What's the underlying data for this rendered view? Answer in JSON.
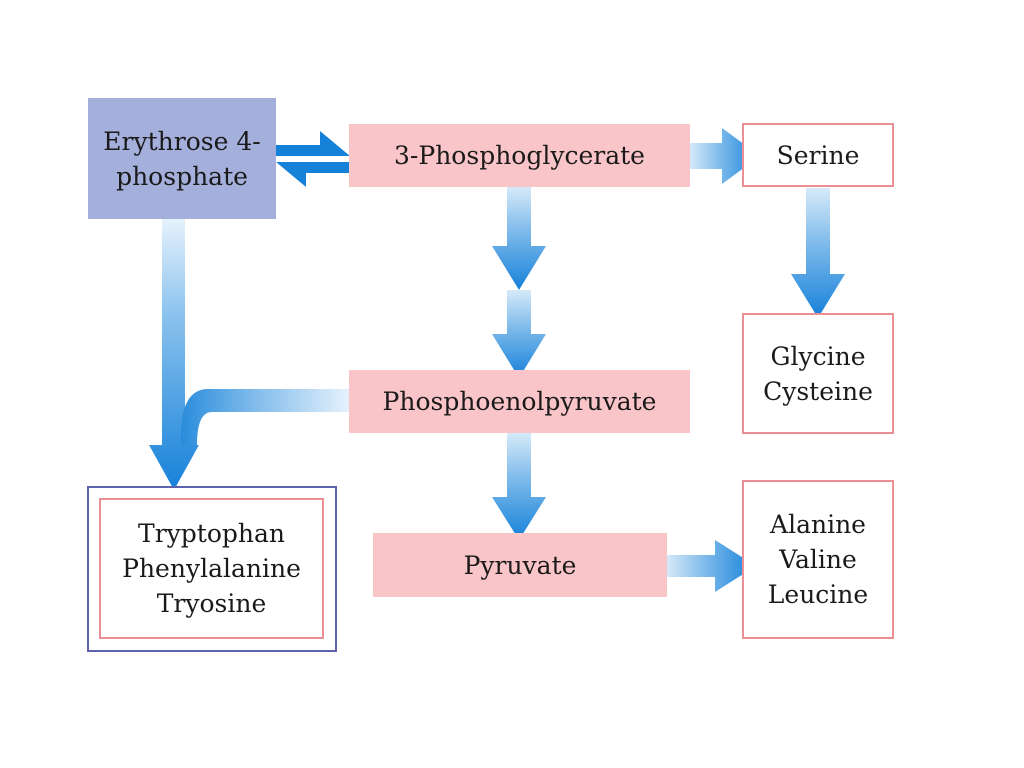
{
  "diagram": {
    "nodes": {
      "erythrose": {
        "label": "Erythrose 4-\nphosphate"
      },
      "phosphoglycerate": {
        "label": "3-Phosphoglycerate"
      },
      "serine": {
        "label": "Serine"
      },
      "glycine_cysteine": {
        "label": "Glycine\nCysteine"
      },
      "phosphoenolpyruvate": {
        "label": "Phosphoenolpyruvate"
      },
      "aromatic": {
        "label": "Tryptophan\nPhenylalanine\nTryosine"
      },
      "pyruvate": {
        "label": "Pyruvate"
      },
      "alanine_valine_leucine": {
        "label": "Alanine\nValine\nLeucine"
      }
    },
    "edges": [
      {
        "from": "Erythrose 4-phosphate",
        "to": "3-Phosphoglycerate",
        "direction": "reversible"
      },
      {
        "from": "3-Phosphoglycerate",
        "to": "Serine"
      },
      {
        "from": "Serine",
        "to": "Glycine Cysteine"
      },
      {
        "from": "3-Phosphoglycerate",
        "to": "Phosphoenolpyruvate"
      },
      {
        "from": "Erythrose 4-phosphate",
        "to": "Tryptophan Phenylalanine Tryosine"
      },
      {
        "from": "Phosphoenolpyruvate",
        "to": "Tryptophan Phenylalanine Tryosine"
      },
      {
        "from": "Phosphoenolpyruvate",
        "to": "Pyruvate"
      },
      {
        "from": "Pyruvate",
        "to": "Alanine Valine Leucine"
      }
    ],
    "colors": {
      "arrow": "#1681d9",
      "arrow_fade": "#cfe6f8",
      "pink_fill": "#f9c5c8",
      "pink_border": "#ec8f95",
      "blue_fill": "#a4afdc",
      "blue_border": "#5d64ad"
    }
  }
}
